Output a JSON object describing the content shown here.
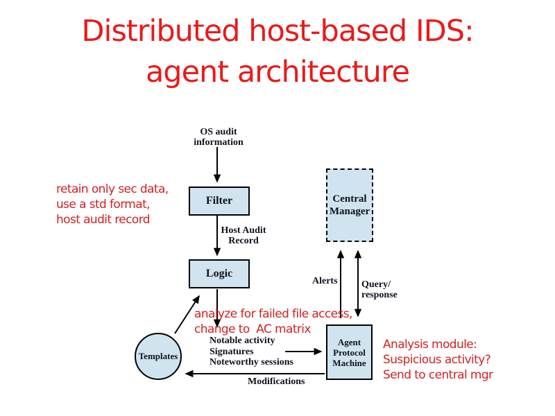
{
  "title": {
    "lines": [
      "Distributed host-based IDS:",
      "agent architecture"
    ],
    "color": "#e91a1a"
  },
  "colors": {
    "annotation_red": "#d32020",
    "node_fill": "#cfe4ee",
    "node_border": "#000000",
    "arrow": "#000000"
  },
  "nodes": {
    "filter": {
      "label": "Filter"
    },
    "logic": {
      "label": "Logic"
    },
    "central_manager": {
      "lines": [
        "Central",
        "Manager"
      ]
    },
    "agent_protocol_machine": {
      "lines": [
        "Agent",
        "Protocol",
        "Machine"
      ]
    },
    "templates": {
      "label": "Templates"
    }
  },
  "edge_labels": {
    "os_audit": [
      "OS audit",
      "information"
    ],
    "host_audit": [
      "Host Audit",
      "Record"
    ],
    "alerts": "Alerts",
    "query_response": [
      "Query/",
      "response"
    ],
    "activity_list": [
      "Notable activity",
      "Signatures",
      "Noteworthy sessions"
    ],
    "modifications": "Modifications"
  },
  "annotations": {
    "left": [
      "retain only sec data,",
      "use a std format,",
      "host audit record"
    ],
    "middle": [
      "analyze for failed file access,",
      "change to  AC matrix"
    ],
    "right": [
      "Analysis module:",
      "Suspicious activity?",
      "Send to central mgr"
    ]
  }
}
